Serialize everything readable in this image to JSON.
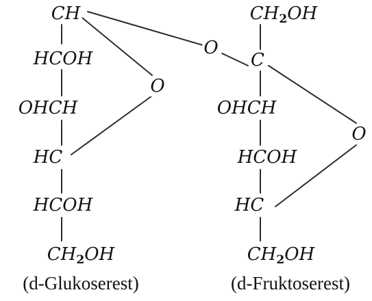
{
  "glucose": {
    "c1": "CH",
    "c2": "HCOH",
    "c3": "OHCH",
    "c4": "HC",
    "c5": "HCOH",
    "c6_main": "CH",
    "c6_sub": "2",
    "c6_tail": "OH",
    "ring_oxygen": "O",
    "caption": "(d-Glukoserest)"
  },
  "bridge": {
    "oxygen": "O"
  },
  "fructose": {
    "c1_main": "CH",
    "c1_sub": "2",
    "c1_tail": "OH",
    "c2": "C",
    "c3": "OHCH",
    "c4": "HCOH",
    "c5": "HC",
    "c6_main": "CH",
    "c6_sub": "2",
    "c6_tail": "OH",
    "ring_oxygen": "O",
    "caption": "(d-Fruktoserest)"
  }
}
